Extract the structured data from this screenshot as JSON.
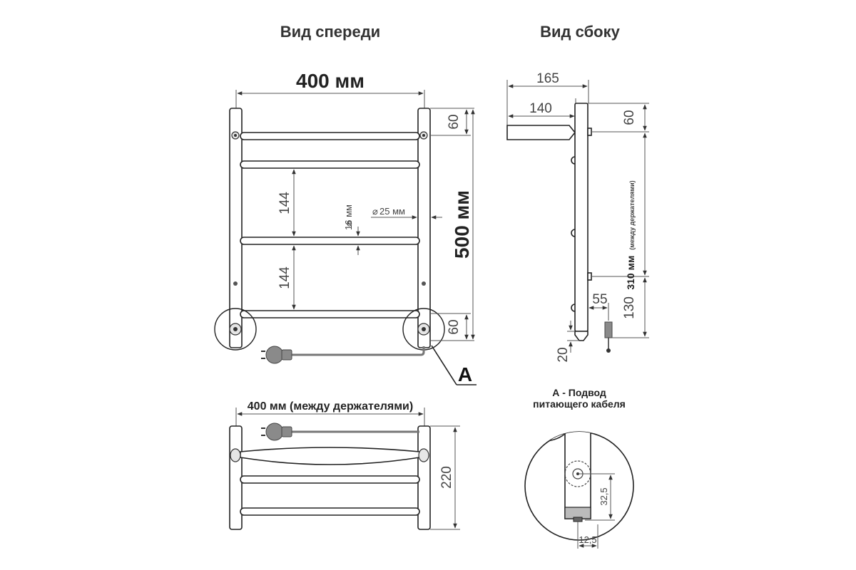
{
  "titles": {
    "front_view": "Вид спереди",
    "side_view": "Вид сбоку"
  },
  "front": {
    "width": "400 мм",
    "height": "500 мм",
    "top_offset": "60",
    "bottom_offset": "60",
    "spacing_1": "144",
    "spacing_2": "144",
    "pipe_small": "16 мм",
    "pipe_large": "25 мм",
    "callout": "A"
  },
  "side": {
    "total_depth": "165",
    "depth": "140",
    "top_offset": "60",
    "between_holders": "310 мм",
    "between_holders_note": "(между держателями)",
    "bottom_offset": "130",
    "cable_offset": "55",
    "bottom_gap": "20"
  },
  "top": {
    "width": "400 мм (между держателями)",
    "depth": "220"
  },
  "detail": {
    "title_line1": "А - Подвод",
    "title_line2": "питающего кабеля",
    "height": "32,5",
    "width": "12,5"
  },
  "colors": {
    "line": "#222222",
    "fill_gray": "#8a8a8a",
    "background": "#ffffff"
  }
}
